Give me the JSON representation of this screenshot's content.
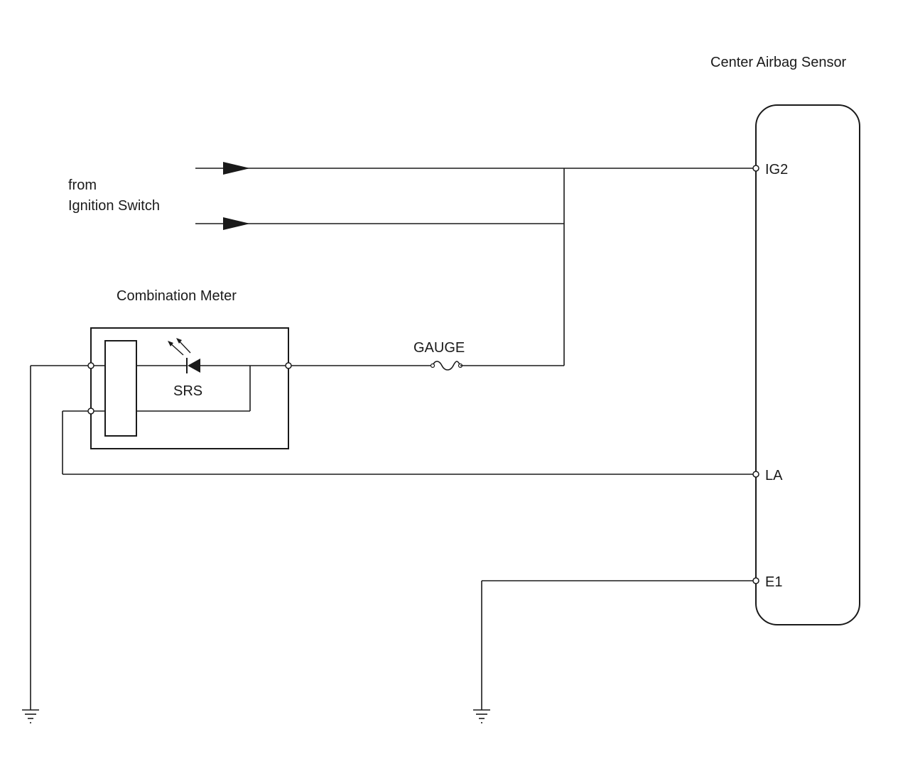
{
  "labels": {
    "center_airbag_sensor": "Center Airbag Sensor",
    "from": "from",
    "ignition_switch": "Ignition Switch",
    "combination_meter": "Combination Meter",
    "srs": "SRS",
    "gauge": "GAUGE",
    "pin_ig2": "IG2",
    "pin_la": "LA",
    "pin_e1": "E1"
  }
}
